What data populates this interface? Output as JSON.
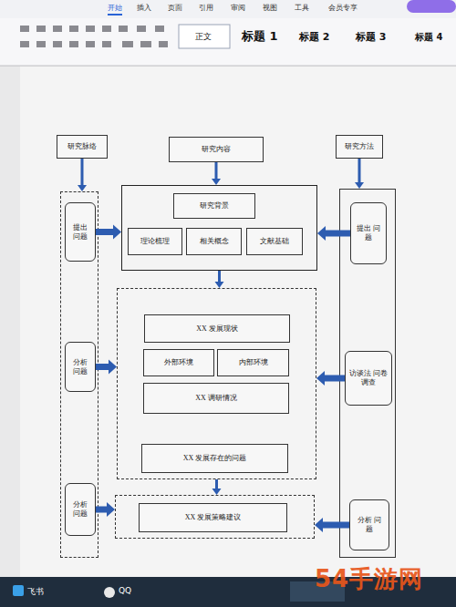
{
  "diagram": {
    "nodes": [
      {
        "text": [
          "研究脉络"
        ]
      },
      {
        "text": [
          "研究内容"
        ]
      },
      {
        "text": [
          "研究方法"
        ]
      },
      {
        "text": []
      },
      {
        "text": [
          "提出 问题"
        ],
        "in": 3
      },
      {
        "text": [
          "分析 问题"
        ],
        "in": 3
      },
      {
        "text": [
          "分析 问题"
        ],
        "in": 3
      },
      {
        "text": []
      },
      {
        "text": [
          "研究背景"
        ],
        "in": 7
      },
      {
        "text": [
          "理论梳理"
        ],
        "in": 7
      },
      {
        "text": [
          "相关概念"
        ],
        "in": 7
      },
      {
        "text": [
          "文献基础"
        ],
        "in": 7
      },
      {
        "text": []
      },
      {
        "text": [
          "XX 发展现状"
        ],
        "in": 12
      },
      {
        "text": [
          "外部环境"
        ],
        "in": 12
      },
      {
        "text": [
          "内部环境"
        ],
        "in": 12
      },
      {
        "text": [
          "XX 调研情况"
        ],
        "in": 12
      },
      {
        "text": [
          "XX 发展存在的问题"
        ],
        "in": 12
      },
      {
        "text": []
      },
      {
        "text": [
          "XX 发展策略建议"
        ],
        "in": 18
      },
      {
        "text": []
      },
      {
        "text": [
          "提出 问题"
        ],
        "in": 20
      },
      {
        "text": [
          "访谈法 问卷调查"
        ],
        "in": 20
      },
      {
        "text": [
          "分析 问题"
        ],
        "in": 20
      }
    ],
    "edges": [
      {
        "from": 0,
        "to": 3,
        "arrow": "to"
      },
      {
        "from": 1,
        "to": 7,
        "arrow": "to"
      },
      {
        "from": 2,
        "to": 20,
        "arrow": "to"
      },
      {
        "from": 4,
        "to": 7,
        "arrow": "to"
      },
      {
        "from": 5,
        "to": 12,
        "arrow": "to"
      },
      {
        "from": 6,
        "to": 18,
        "arrow": "to"
      },
      {
        "from": 21,
        "to": 7,
        "arrow": "to"
      },
      {
        "from": 22,
        "to": 12,
        "arrow": "to"
      },
      {
        "from": 23,
        "to": 18,
        "arrow": "to"
      },
      {
        "from": 7,
        "to": 12,
        "arrow": "to"
      },
      {
        "from": 12,
        "to": 18,
        "arrow": "to"
      }
    ],
    "labels": [
      "开始",
      "插入",
      "页面",
      "引用",
      "审阅",
      "视图",
      "工具",
      "会员专享",
      "正文",
      "标题 1",
      "标题 2",
      "标题 3",
      "标题 4",
      "飞书",
      "QQ",
      "54手游网"
    ]
  }
}
